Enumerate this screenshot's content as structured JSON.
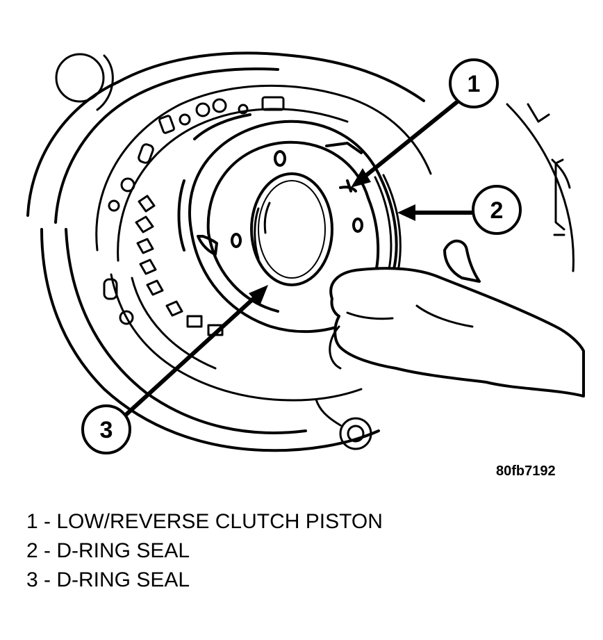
{
  "figure": {
    "code": "80fb7192",
    "parts_depicted": [
      "transmission-housing",
      "low-reverse-clutch-piston",
      "outer-d-ring-seal",
      "inner-d-ring-seal",
      "technician-hand"
    ]
  },
  "callouts": [
    {
      "number": "1",
      "legend_text": "1 - LOW/REVERSE CLUTCH PISTON"
    },
    {
      "number": "2",
      "legend_text": "2 - D-RING SEAL"
    },
    {
      "number": "3",
      "legend_text": "3 - D-RING SEAL"
    }
  ],
  "colors": {
    "ink": "#000000",
    "paper": "#ffffff"
  }
}
